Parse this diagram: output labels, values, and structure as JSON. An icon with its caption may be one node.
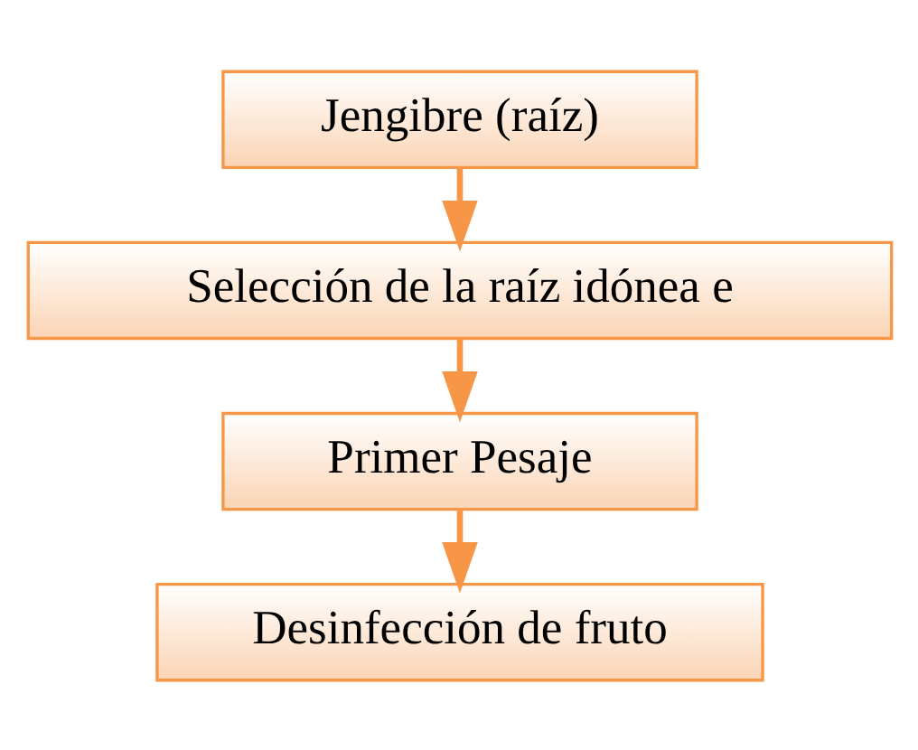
{
  "diagram": {
    "nodes": [
      {
        "text": [
          "Jengibre (raíz)"
        ]
      },
      {
        "text": [
          "Selección de la raíz idónea e"
        ]
      },
      {
        "text": [
          "Primer Pesaje"
        ]
      },
      {
        "text": [
          "Desinfección de fruto"
        ]
      }
    ],
    "edges": [
      {
        "from": 0,
        "to": 1,
        "arrow": "to"
      },
      {
        "from": 1,
        "to": 2,
        "arrow": "to"
      },
      {
        "from": 2,
        "to": 3,
        "arrow": "to"
      }
    ]
  }
}
